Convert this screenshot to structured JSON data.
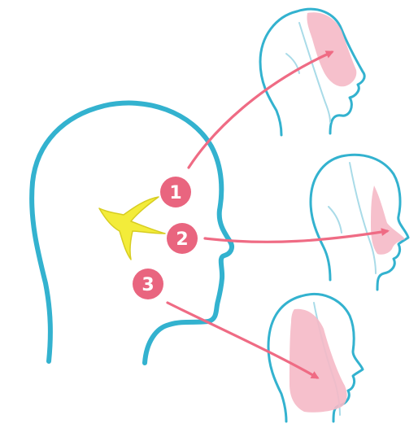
{
  "markers": [
    {
      "label": "1",
      "target": "upper-face-head"
    },
    {
      "label": "2",
      "target": "mid-face-head"
    },
    {
      "label": "3",
      "target": "lower-face-head"
    }
  ],
  "colors": {
    "outline": "#33b2cf",
    "outline_light": "#a9dbe8",
    "highlight": "#f5b9c6",
    "arrow": "#ef6b84",
    "badge": "#e9657f",
    "nerve": "#f3ec3a",
    "nerve_edge": "#d7cd22"
  }
}
